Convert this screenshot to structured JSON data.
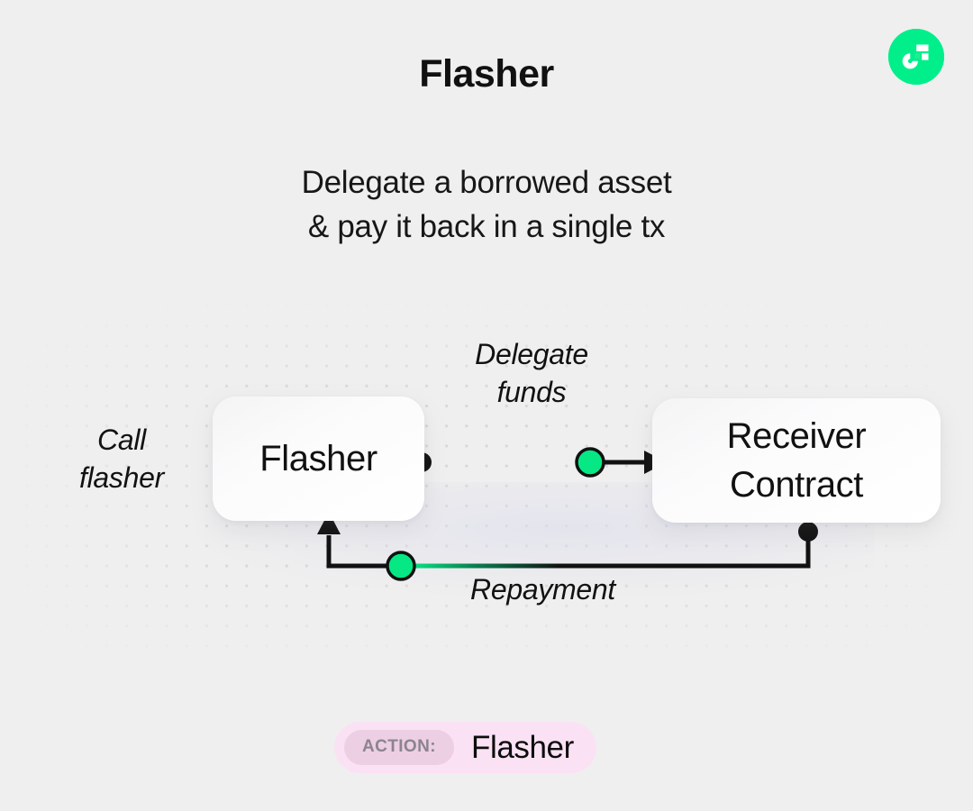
{
  "brand": {
    "logo_icon": "flow-logo-icon",
    "logo_color": "#00EF8B"
  },
  "header": {
    "title": "Flasher",
    "subtitle_line1": "Delegate a borrowed asset",
    "subtitle_line2": "& pay it back in a single tx"
  },
  "diagram": {
    "nodes": [
      {
        "id": "flasher",
        "label": "Flasher"
      },
      {
        "id": "receiver",
        "label_line1": "Receiver",
        "label_line2": "Contract"
      }
    ],
    "labels": {
      "call_flasher_line1": "Call",
      "call_flasher_line2": "flasher",
      "delegate_line1": "Delegate",
      "delegate_line2": "funds",
      "repayment": "Repayment"
    },
    "colors": {
      "wire": "#111111",
      "token": "#05E884",
      "token_stroke": "#111111",
      "dot": "#D7D7D9"
    }
  },
  "footer": {
    "action_badge": "ACTION:",
    "action_value": "Flasher",
    "pill_color": "#FBE1F4",
    "badge_color": "#ECCFE2"
  }
}
